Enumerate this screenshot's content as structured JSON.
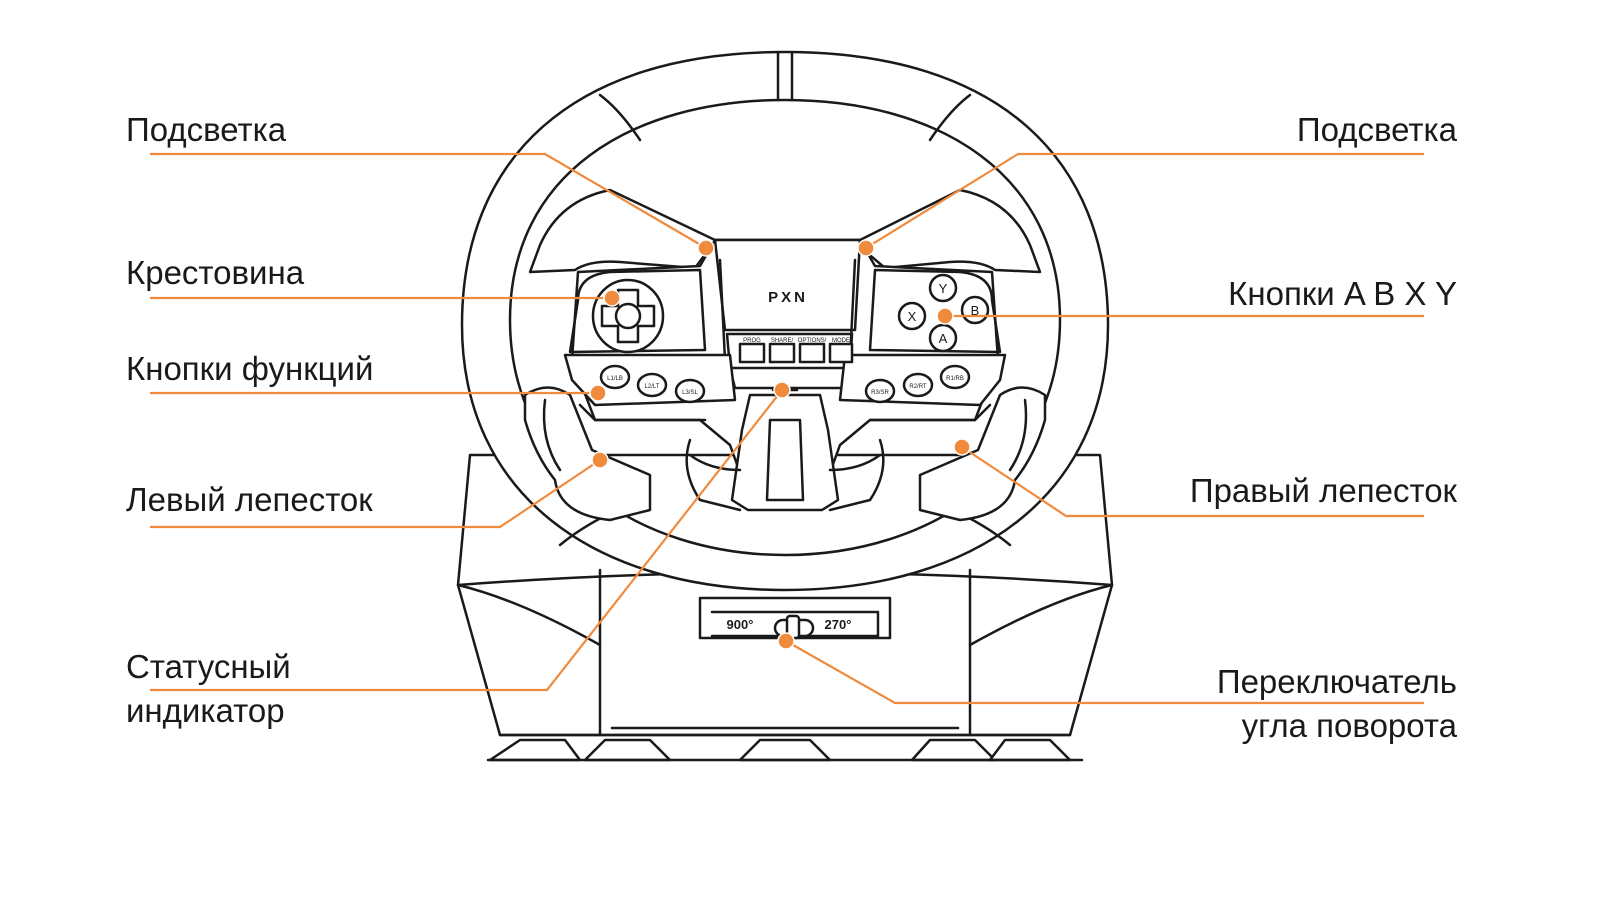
{
  "colors": {
    "accent": "#f08a3c",
    "ink": "#1a1a1a",
    "background": "#ffffff"
  },
  "device": {
    "brand": "PXN",
    "buttons": {
      "prog": "PROG",
      "share": "SHARE/",
      "options": "OPTIONS/",
      "mode": "MODE"
    },
    "left_funcs": [
      "L1/LB",
      "L2/LT",
      "L3/SL"
    ],
    "right_funcs": [
      "R3/SR",
      "R2/RT",
      "R1/RB"
    ],
    "face_buttons": {
      "y": "Y",
      "b": "B",
      "x": "X",
      "a": "A"
    },
    "angle_switch": {
      "left": "900°",
      "right": "270°"
    }
  },
  "labels": {
    "backlight_left": "Подсветка",
    "backlight_right": "Подсветка",
    "dpad": "Крестовина",
    "face_buttons": "Кнопки A B X Y",
    "function_buttons": "Кнопки функций",
    "left_paddle": "Левый лепесток",
    "right_paddle": "Правый лепесток",
    "status_line1": "Статусный",
    "status_line2": "индикатор",
    "angle_line1": "Переключатель",
    "angle_line2": "угла поворота"
  }
}
